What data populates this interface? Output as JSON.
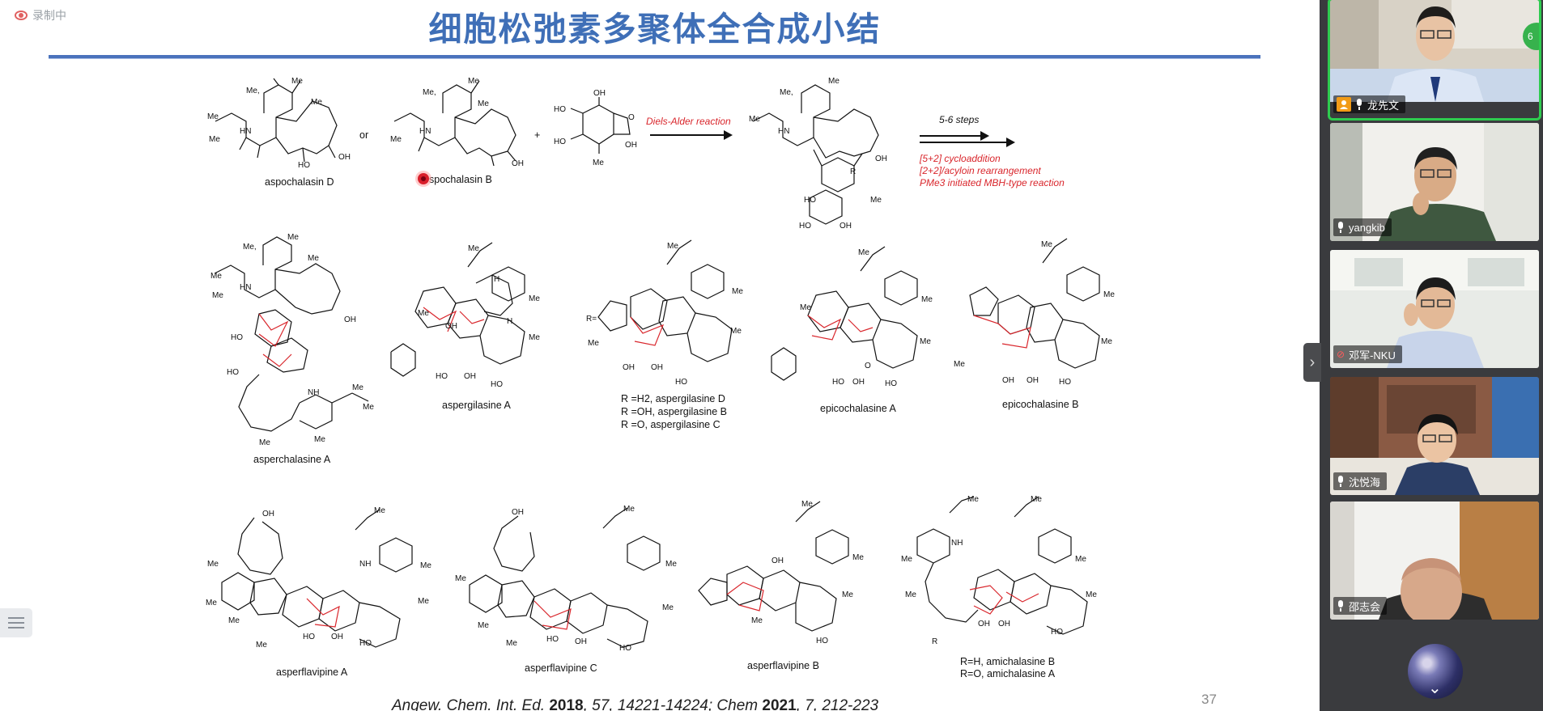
{
  "recording": {
    "label": "录制中"
  },
  "slide": {
    "title": "细胞松弛素多聚体全合成小结",
    "page_number": "37",
    "citation": {
      "journal1": "Angew. Chem. Int. Ed.",
      "year1": "2018",
      "detail1": ", 57, 14221-14224;",
      "journal2": "Chem",
      "year2": "2021",
      "detail2": ", 7, 212-223"
    },
    "scheme": {
      "or_text": "or",
      "plus_text": "+",
      "reaction_label": "Diels-Alder reaction",
      "steps_label": "5-6 steps",
      "conditions": [
        "[5+2] cycloaddition",
        "[2+2]/acyloin rearrangement",
        "PMe3 initiated MBH-type reaction"
      ]
    },
    "compounds": {
      "aspochalasin_d": "aspochalasin D",
      "aspochalasin_b": "spochalasin B",
      "asperchalasine_a": "asperchalasine A",
      "aspergilasine_a": "aspergilasine A",
      "aspergilasine_r1": "R =H2,  aspergilasine D",
      "aspergilasine_r2": "R =OH, aspergilasine B",
      "aspergilasine_r3": "R =O,  aspergilasine C",
      "epicochalasine_a": "epicochalasine A",
      "epicochalasine_b": "epicochalasine B",
      "asperflavipine_a": "asperflavipine A",
      "asperflavipine_c": "asperflavipine C",
      "asperflavipine_b": "asperflavipine B",
      "amichalasine_1": "R=H, amichalasine B",
      "amichalasine_2": "R=O, amichalasine A"
    }
  },
  "participants": [
    {
      "name": "龙先文",
      "host": true,
      "mic": "on",
      "speaking": true
    },
    {
      "name": "yangkib",
      "host": false,
      "mic": "on"
    },
    {
      "name": "邓军-NKU",
      "host": false,
      "mic": "muted"
    },
    {
      "name": "沈悦海",
      "host": false,
      "mic": "on"
    },
    {
      "name": "邵志会",
      "host": false,
      "mic": "on"
    }
  ],
  "participant_count_badge": "6",
  "colors": {
    "title": "#3f6fb7",
    "rule": "#4a72bc",
    "reaction_red": "#d9262c",
    "active_speaker": "#2ecc4f",
    "panel_bg": "#3a3b3e"
  }
}
